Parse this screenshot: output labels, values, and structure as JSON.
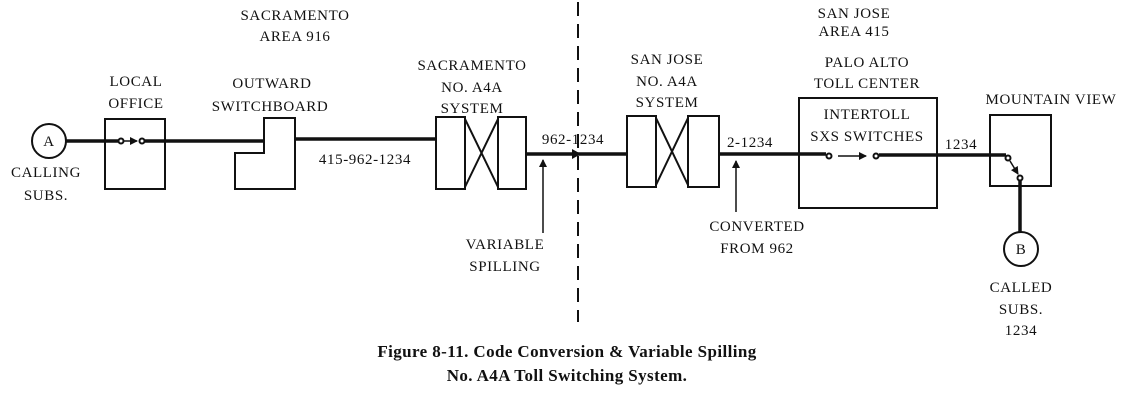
{
  "regions": {
    "sacramento": {
      "line1": "SACRAMENTO",
      "line2": "AREA 916"
    },
    "san_jose": {
      "line1": "SAN JOSE",
      "line2": "AREA 415"
    }
  },
  "nodes": {
    "calling": {
      "symbol": "A",
      "line1": "CALLING",
      "line2": "SUBS."
    },
    "local_office": {
      "line1": "LOCAL",
      "line2": "OFFICE"
    },
    "outward_switchboard": {
      "line1": "OUTWARD",
      "line2": "SWITCHBOARD"
    },
    "sacramento_a4a": {
      "line1": "SACRAMENTO",
      "line2": "NO. A4A",
      "line3": "SYSTEM"
    },
    "san_jose_a4a": {
      "line1": "SAN JOSE",
      "line2": "NO. A4A",
      "line3": "SYSTEM"
    },
    "palo_alto": {
      "line1": "PALO ALTO",
      "line2": "TOLL CENTER",
      "inner1": "INTERTOLL",
      "inner2": "SXS SWITCHES"
    },
    "mountain_view": {
      "line1": "MOUNTAIN VIEW"
    },
    "called": {
      "symbol": "B",
      "line1": "CALLED",
      "line2": "SUBS.",
      "line3": "1234"
    }
  },
  "digits": {
    "after_switchboard": "415-962-1234",
    "after_sacramento": "962-1234",
    "after_san_jose": "2-1234",
    "after_palo_alto": "1234"
  },
  "annotations": {
    "variable_spilling": {
      "line1": "VARIABLE",
      "line2": "SPILLING"
    },
    "converted": {
      "line1": "CONVERTED",
      "line2": "FROM 962"
    }
  },
  "caption": {
    "line1": "Figure 8-11.  Code Conversion & Variable Spilling",
    "line2": "No. A4A Toll Switching System."
  }
}
